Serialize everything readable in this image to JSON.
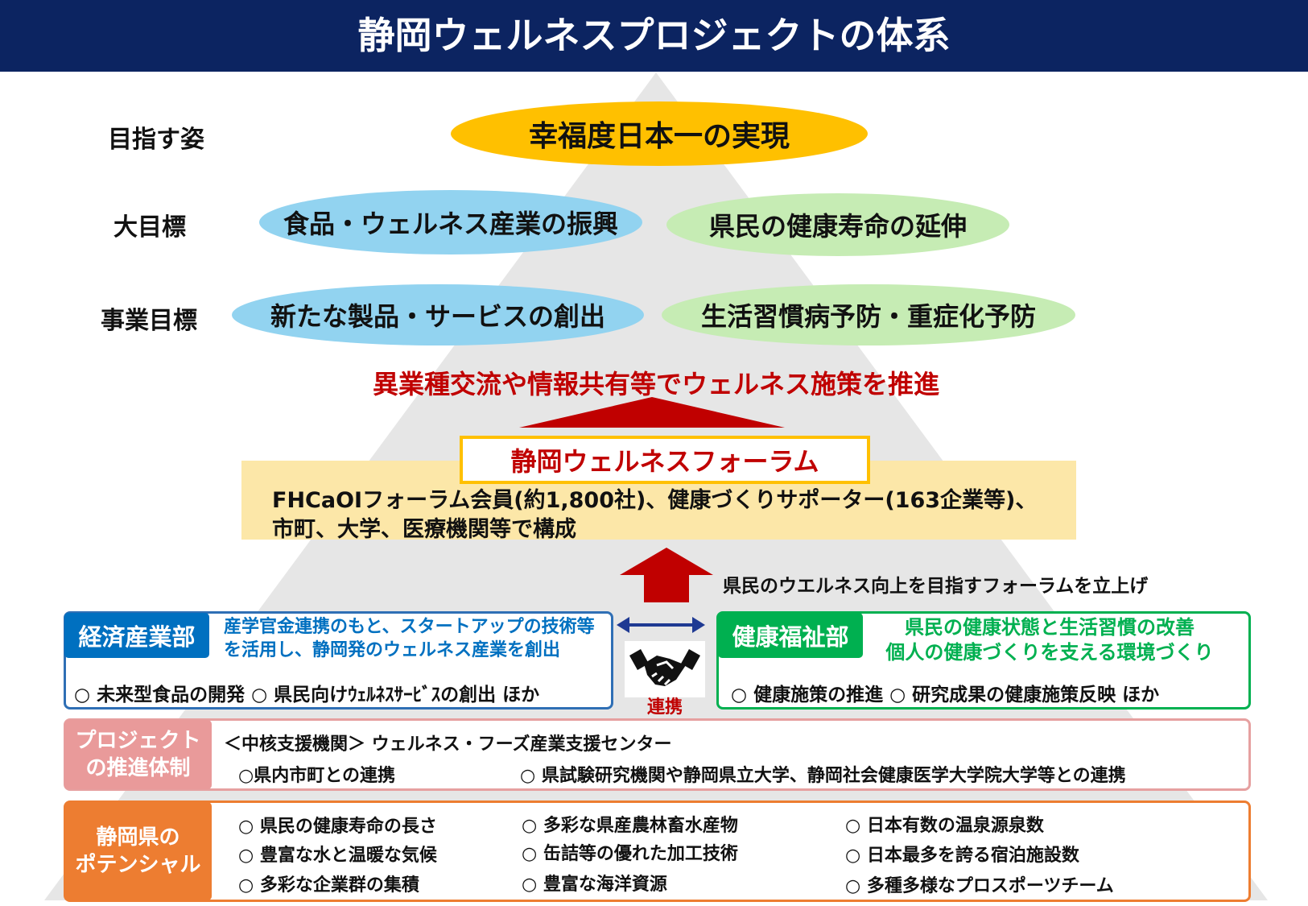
{
  "title": "静岡ウェルネスプロジェクトの体系",
  "levels": {
    "goal_label": "目指す姿",
    "major_label": "大目標",
    "business_label": "事業目標"
  },
  "goal": "幸福度日本一の実現",
  "major_goals": [
    "食品・ウェルネス産業の振興",
    "県民の健康寿命の延伸"
  ],
  "business_goals": [
    "新たな製品・サービスの創出",
    "生活習慣病予防・重症化予防"
  ],
  "promote_text": "異業種交流や情報共有等でウェルネス施策を推進",
  "forum": {
    "title": "静岡ウェルネスフォーラム",
    "line1": "FHCaOIフォーラム会員(約1,800社)、健康づくりサポーター(163企業等)、",
    "line2": "市町、大学、医療機関等で構成"
  },
  "forum_note": "県民のウエルネス向上を目指すフォーラムを立上げ",
  "partnership_label": "連携",
  "economy": {
    "tag": "経済産業部",
    "desc1": "産学官金連携のもと、スタートアップの技術等",
    "desc2": "を活用し、静岡発のウェルネス産業を創出",
    "items": "○ 未来型食品の開発  ○ 県民向けｳｪﾙﾈｽｻｰﾋﾞｽの創出  ほか"
  },
  "health": {
    "tag": "健康福祉部",
    "desc1": "県民の健康状態と生活習慣の改善",
    "desc2": "個人の健康づくりを支える環境づくり",
    "items": "○ 健康施策の推進      ○ 研究成果の健康施策反映  ほか"
  },
  "promotion": {
    "tag_line1": "プロジェクト",
    "tag_line2": "の推進体制",
    "core": "＜中核支援機関＞  ウェルネス・フーズ産業支援センター",
    "item1": "○県内市町との連携",
    "item2": "○ 県試験研究機関や静岡県立大学、静岡社会健康医学大学院大学等との連携"
  },
  "potential": {
    "tag_line1": "静岡県の",
    "tag_line2": "ポテンシャル",
    "col1": [
      "○ 県民の健康寿命の長さ",
      "○ 豊富な水と温暖な気候",
      "○ 多彩な企業群の集積"
    ],
    "col2": [
      "○ 多彩な県産農林畜水産物",
      "○ 缶詰等の優れた加工技術",
      "○ 豊富な海洋資源"
    ],
    "col3": [
      "○ 日本有数の温泉源泉数",
      "○ 日本最多を誇る宿泊施設数",
      "○ 多種多様なプロスポーツチーム"
    ]
  },
  "colors": {
    "header": "#0c2461",
    "gold": "#ffc000",
    "blue": "#92d3f0",
    "green": "#c6ecb4",
    "red": "#c00000",
    "economy": "#0070c0",
    "health": "#00b050",
    "promotion": "#e69a9a",
    "potential": "#ed7d31"
  }
}
